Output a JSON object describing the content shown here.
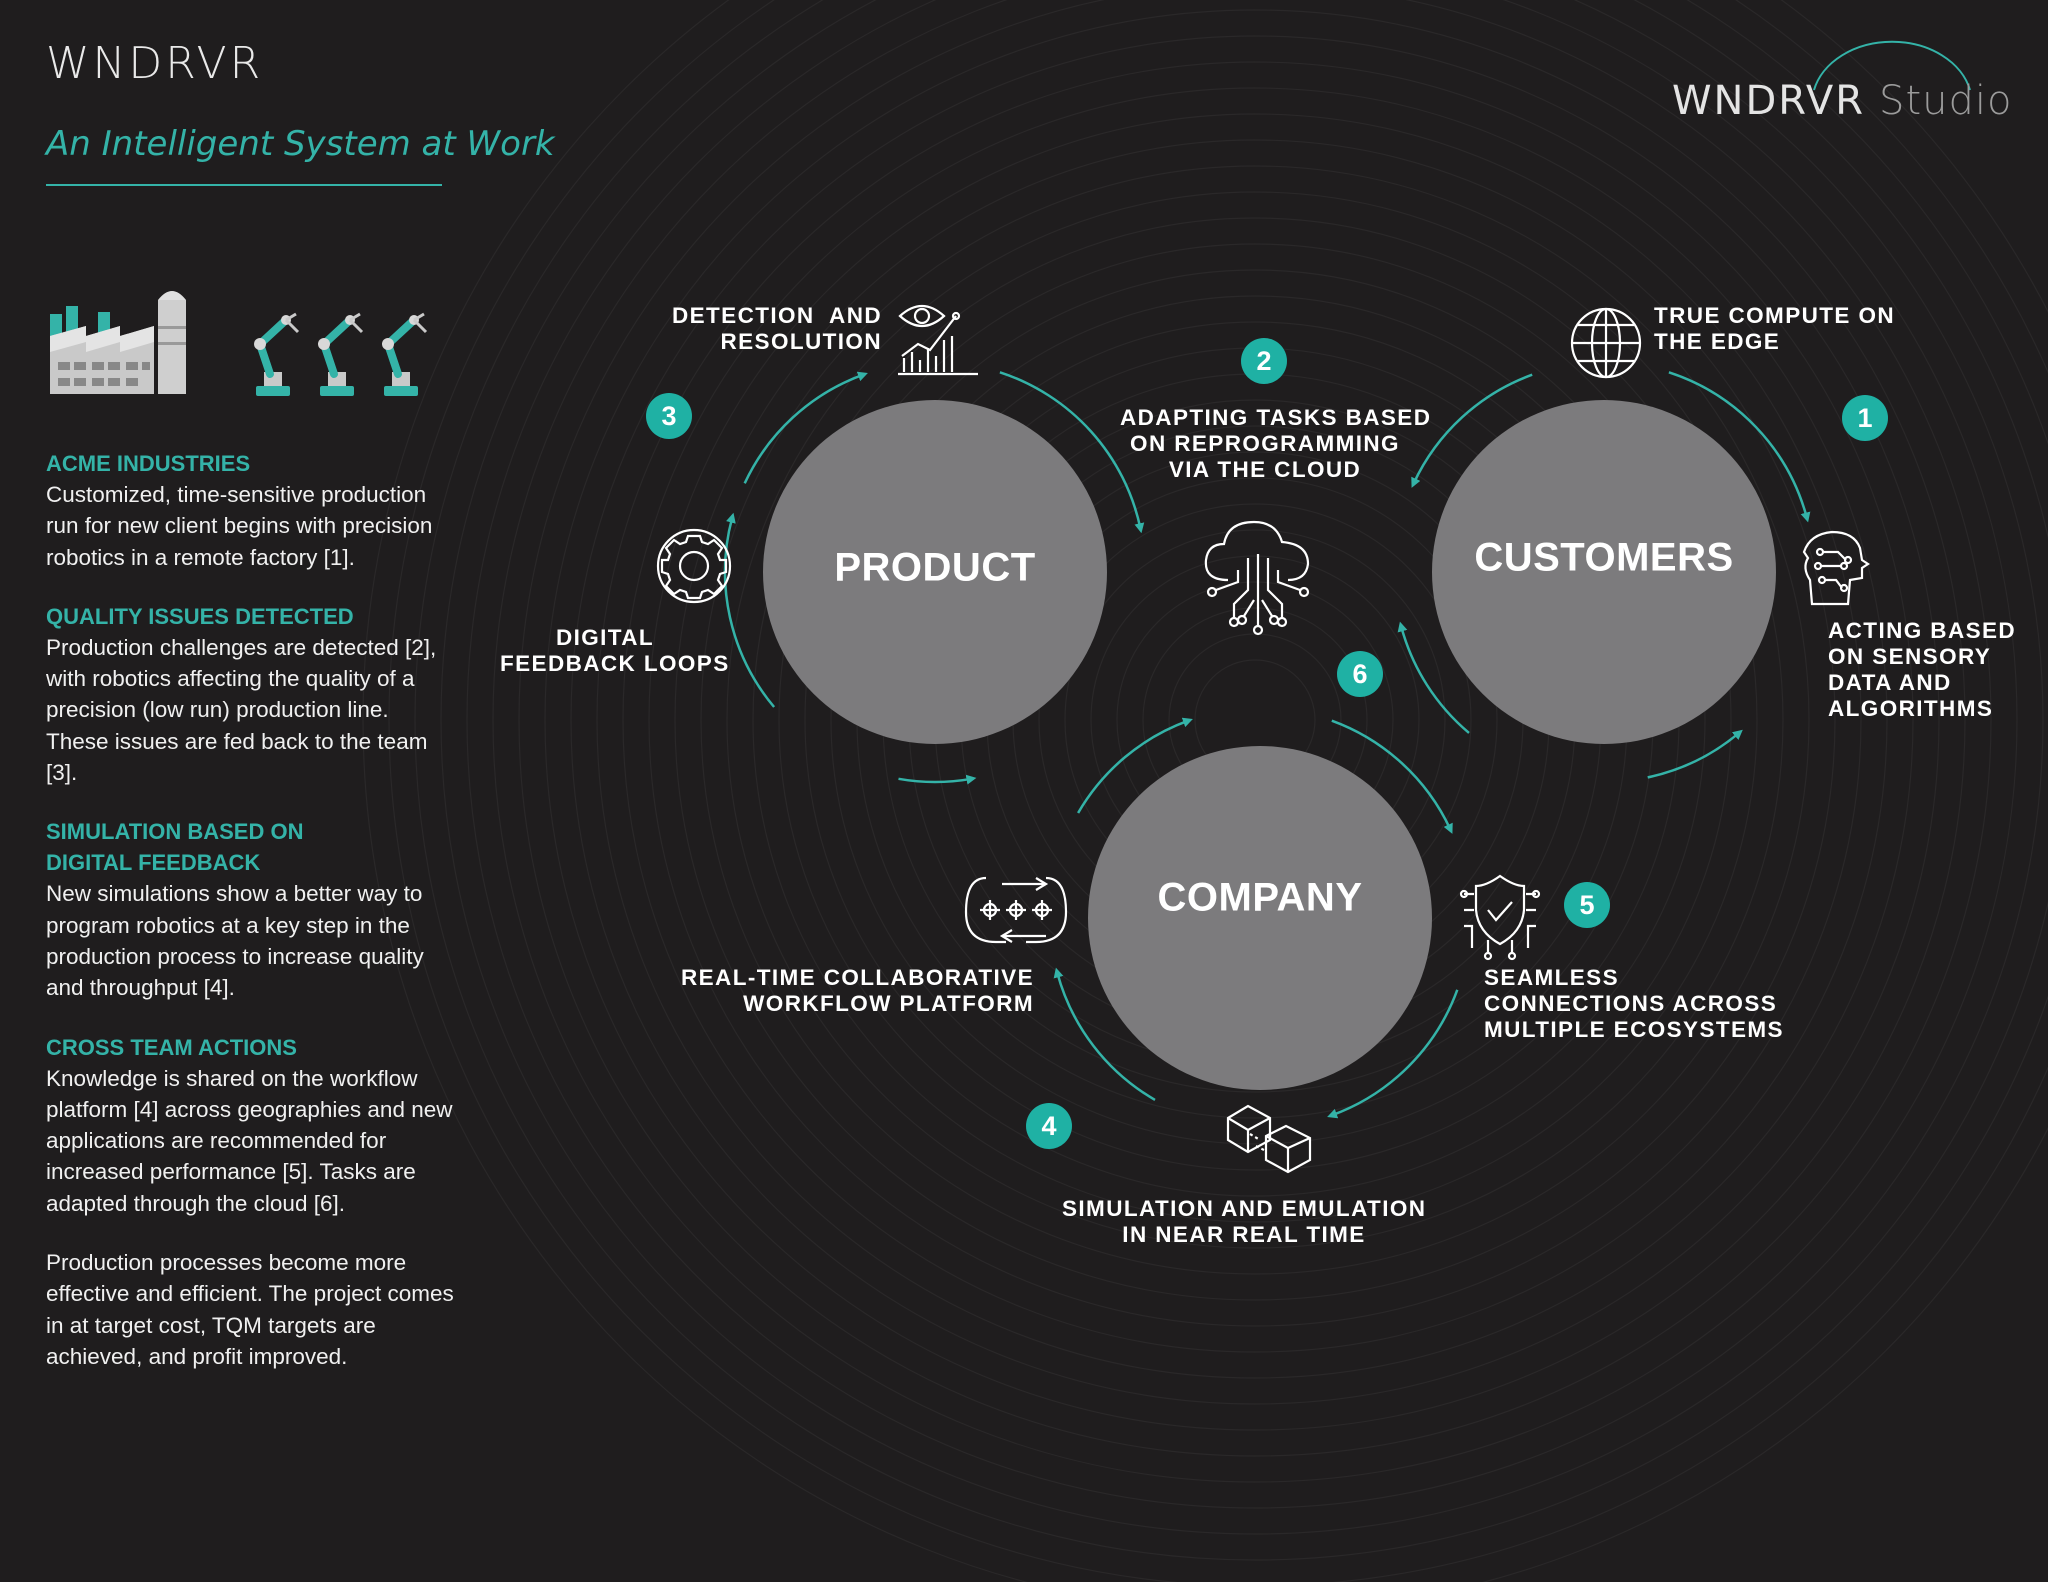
{
  "brand": "WNDRVR",
  "tagline": "An Intelligent System at Work",
  "studio": {
    "name": "WNDRVR",
    "suffix": "Studio"
  },
  "sections": [
    {
      "heading": "ACME INDUSTRIES",
      "body": "Customized, time-sensitive production run for new client begins with precision robotics in a remote factory [1]."
    },
    {
      "heading": "QUALITY ISSUES DETECTED",
      "body": "Production challenges are detected [2], with robotics affecting the quality of a precision (low run) production line. These issues are fed back to the team [3]."
    },
    {
      "heading": "SIMULATION BASED ON DIGITAL FEEDBACK",
      "body": "New simulations show a better way to program robotics at a key step in the production process to increase quality and throughput [4]."
    },
    {
      "heading": "CROSS TEAM ACTIONS",
      "body": "Knowledge is shared on the workflow platform [4] across geographies and new applications are recommended for increased performance [5]. Tasks are adapted through the cloud [6]."
    },
    {
      "heading": "",
      "body": "Production processes become more effective and efficient. The project comes in at target cost, TQM targets are achieved, and profit improved."
    }
  ],
  "circles": {
    "product": "PRODUCT",
    "customers": "CUSTOMERS",
    "company": "COMPANY"
  },
  "labels": {
    "detection": "DETECTION  AND\nRESOLUTION",
    "adapting": "ADAPTING TASKS BASED\nON REPROGRAMMING\nVIA THE CLOUD",
    "edge": "TRUE COMPUTE ON\nTHE EDGE",
    "acting": "ACTING BASED\nON SENSORY\nDATA AND\nALGORITHMS",
    "feedback": "DIGITAL\nFEEDBACK LOOPS",
    "workflow": "REAL-TIME COLLABORATIVE\nWORKFLOW PLATFORM",
    "seamless": "SEAMLESS\nCONNECTIONS ACROSS\nMULTIPLE ECOSYSTEMS",
    "simulation": "SIMULATION AND EMULATION\nIN NEAR REAL TIME"
  },
  "badges": [
    "1",
    "2",
    "3",
    "4",
    "5",
    "6"
  ],
  "colors": {
    "background": "#1f1d1e",
    "accent": "#34b3a8",
    "badge": "#1fb1a4",
    "circle": "#7c7b7d"
  },
  "icons": [
    "factory-icon",
    "robot-arm-icon",
    "eye-chart-icon",
    "globe-icon",
    "circuit-head-icon",
    "gear-cycle-icon",
    "cloud-network-icon",
    "workflow-icon",
    "shield-network-icon",
    "cubes-icon"
  ]
}
